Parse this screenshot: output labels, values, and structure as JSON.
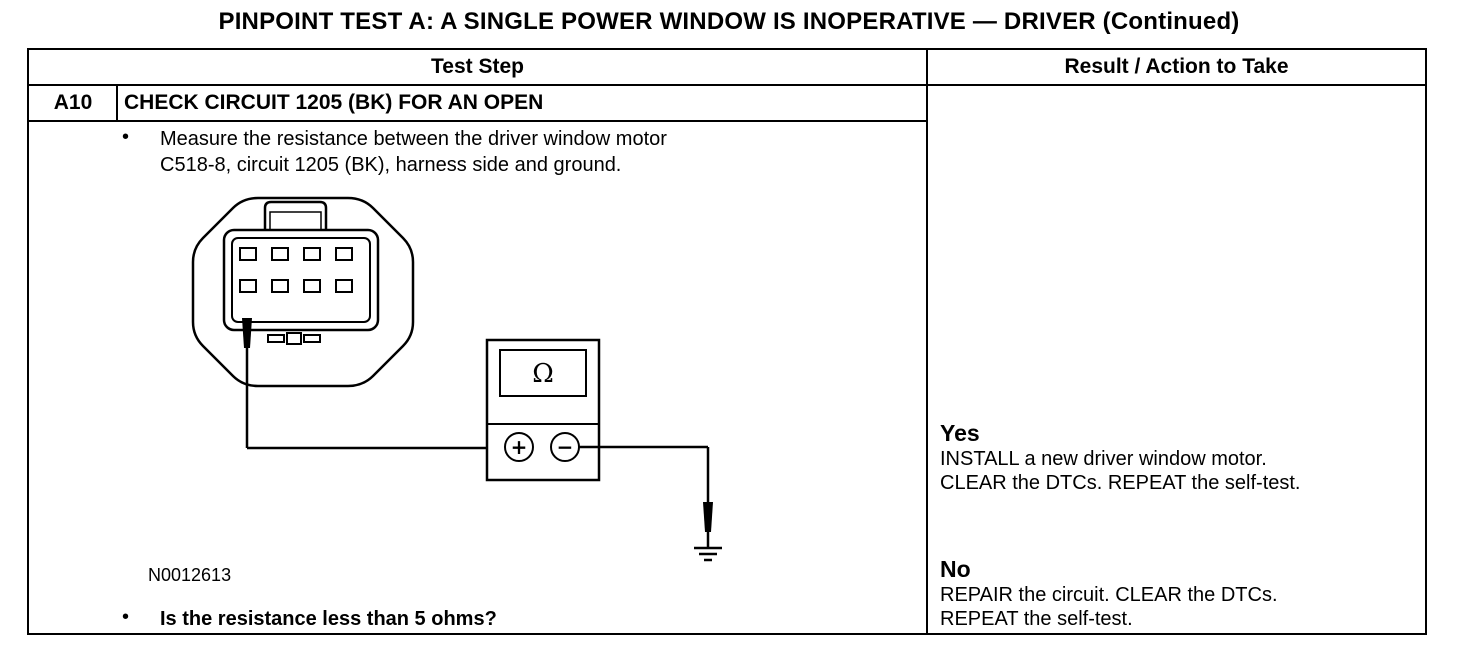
{
  "title": "PINPOINT TEST  A: A SINGLE POWER WINDOW IS INOPERATIVE — DRIVER (Continued)",
  "table": {
    "header_test_step": "Test Step",
    "header_result": "Result / Action to Take"
  },
  "step": {
    "id": "A10",
    "title": "CHECK CIRCUIT 1205 (BK) FOR AN OPEN",
    "bullet": "•",
    "instruction": "Measure the resistance between the driver window motor\nC518-8, circuit 1205 (BK), harness side and ground.",
    "question": "Is the resistance less than 5 ohms?",
    "figure_id": "N0012613",
    "diagram": {
      "meter_symbol": "Ω",
      "plus": "+",
      "minus": "−",
      "icons": [
        "connector-icon",
        "multimeter-icon",
        "ground-icon"
      ]
    }
  },
  "results": {
    "yes_label": "Yes",
    "yes_text": "INSTALL a new driver window motor.\nCLEAR the DTCs. REPEAT the self-test.",
    "no_label": "No",
    "no_text": "REPAIR the circuit. CLEAR the DTCs.\nREPEAT the self-test."
  }
}
